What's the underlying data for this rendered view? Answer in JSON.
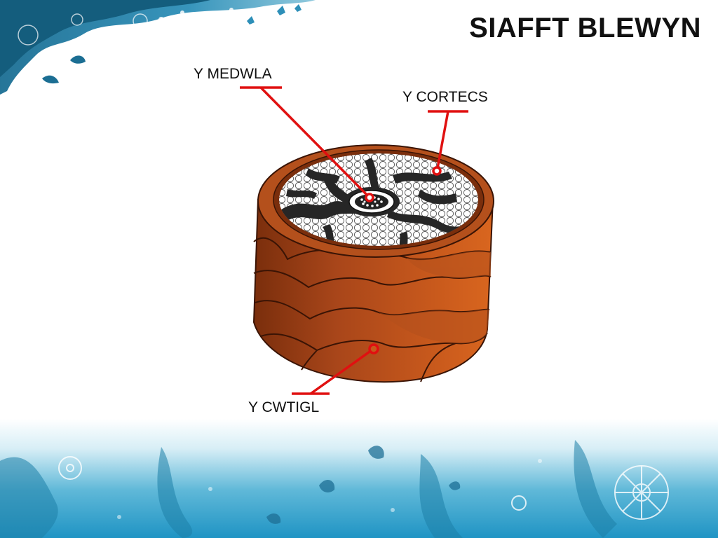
{
  "slide": {
    "title": "SIAFFT BLEWYN"
  },
  "labels": {
    "medulla": "Y MEDWLA",
    "cortex": "Y CORTECS",
    "cuticle": "Y CWTIGL"
  },
  "colors": {
    "pointer_red": "#e01010",
    "cuticle_brown": "#b5501a",
    "cuticle_dark": "#6e2a0c",
    "cortex_dark": "#2a2a2a",
    "decor_blue": "#1e7fa8",
    "decor_light": "#bfe6f2"
  }
}
